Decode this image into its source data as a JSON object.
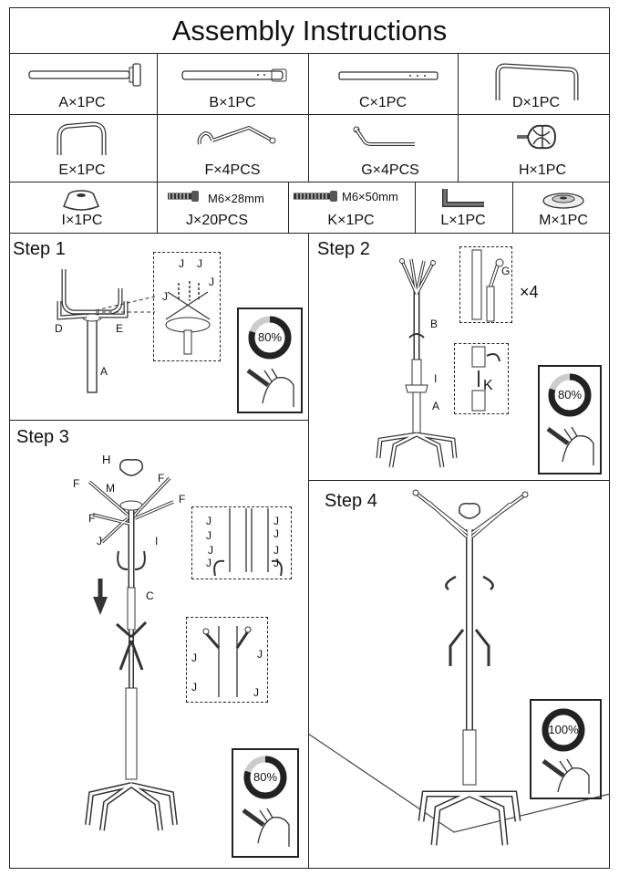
{
  "title": "Assembly Instructions",
  "parts_row1": [
    {
      "label": "A×1PC"
    },
    {
      "label": "B×1PC"
    },
    {
      "label": "C×1PC"
    },
    {
      "label": "D×1PC"
    }
  ],
  "parts_row2": [
    {
      "label": "E×1PC"
    },
    {
      "label": "F×4PCS"
    },
    {
      "label": "G×4PCS"
    },
    {
      "label": "H×1PC"
    }
  ],
  "parts_row3": [
    {
      "label": "I×1PC"
    },
    {
      "label": "J×20PCS",
      "spec": "M6×28mm"
    },
    {
      "label": "K×1PC",
      "spec": "M6×50mm"
    },
    {
      "label": "L×1PC"
    },
    {
      "label": "M×1PC"
    }
  ],
  "step1": {
    "title": "Step 1",
    "labels": {
      "D": "D",
      "E": "E",
      "A": "A"
    },
    "callout": [
      "J",
      "J",
      "J",
      "J"
    ],
    "progress_label": "80%",
    "progress": 0.8
  },
  "step2": {
    "title": "Step 2",
    "labels": {
      "B": "B",
      "I": "I",
      "A": "A",
      "G": "G",
      "K": "K"
    },
    "multiplier": "×4",
    "progress_label": "80%",
    "progress": 0.8
  },
  "step3": {
    "title": "Step 3",
    "labels": {
      "H": "H",
      "M": "M",
      "F": "F",
      "C": "C",
      "J": "J",
      "I": "I"
    },
    "callout_upper": [
      "J",
      "J",
      "J",
      "J",
      "J",
      "J",
      "J",
      "J"
    ],
    "callout_lower": [
      "J",
      "J",
      "J",
      "J"
    ],
    "progress_label": "80%",
    "progress": 0.8
  },
  "step4": {
    "title": "Step 4",
    "progress_label": "100%",
    "progress": 1.0
  }
}
